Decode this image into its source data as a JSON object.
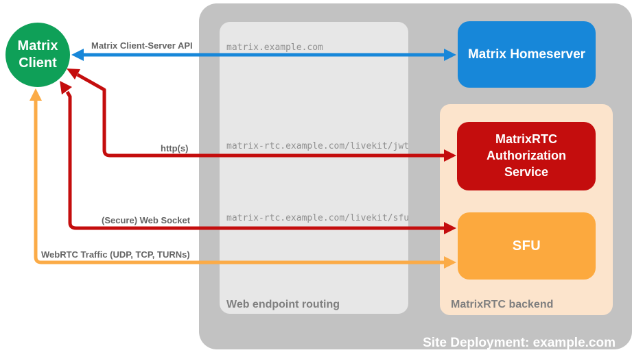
{
  "diagram": {
    "site": {
      "label": "Site Deployment: example.com"
    },
    "client": {
      "label": "Matrix Client"
    },
    "homeserver": {
      "label": "Matrix Homeserver"
    },
    "auth_service": {
      "label": "MatrixRTC Authorization Service"
    },
    "sfu": {
      "label": "SFU"
    },
    "web_routing": {
      "label": "Web endpoint routing",
      "endpoints": [
        "matrix.example.com",
        "matrix-rtc.example.com/livekit/jwt",
        "matrix-rtc.example.com/livekit/sfu"
      ]
    },
    "backend": {
      "label": "MatrixRTC backend"
    },
    "arrows": [
      {
        "name": "matrix-client-server-api",
        "label": "Matrix Client-Server API",
        "color": "#1787d9",
        "direction": "bidirectional",
        "endpoints": [
          "Matrix Client",
          "Matrix Homeserver"
        ]
      },
      {
        "name": "https",
        "label": "http(s)",
        "color": "#c40d0d",
        "direction": "bidirectional",
        "endpoints": [
          "Matrix Client",
          "MatrixRTC Authorization Service"
        ]
      },
      {
        "name": "secure-web-socket",
        "label": "(Secure) Web Socket",
        "color": "#c40d0d",
        "direction": "bidirectional",
        "endpoints": [
          "Matrix Client",
          "SFU"
        ]
      },
      {
        "name": "webrtc-traffic",
        "label": "WebRTC Traffic (UDP, TCP, TURNs)",
        "color": "#fbab47",
        "direction": "bidirectional",
        "endpoints": [
          "Matrix Client",
          "SFU"
        ]
      }
    ],
    "colors": {
      "client_green": "#0fa058",
      "homeserver_blue": "#1787d9",
      "service_red": "#c40d0d",
      "sfu_orange": "#fca93e",
      "backend_peach": "#fce4cc",
      "container_gray": "#c2c2c2",
      "panel_gray": "#e7e7e7"
    }
  }
}
